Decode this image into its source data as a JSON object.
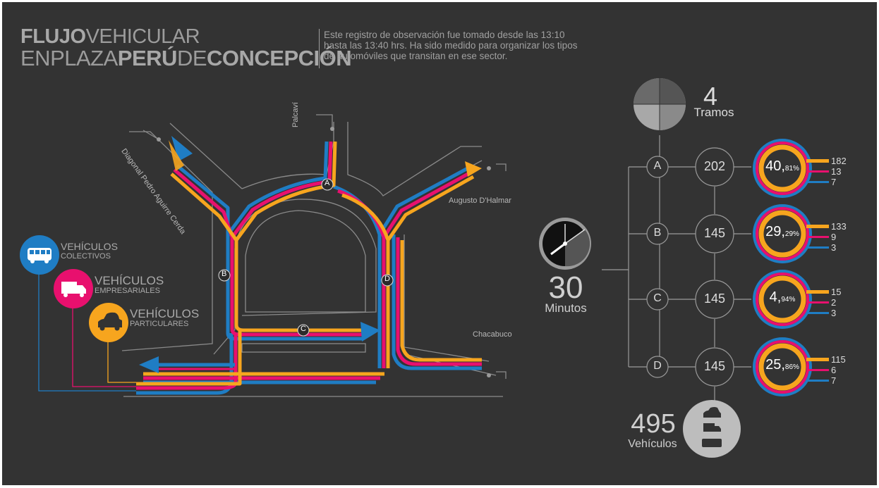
{
  "title": {
    "line1_bold": "FLUJO",
    "line1_light": "VEHICULAR",
    "line2_light_a": "EN",
    "line2_light_b": "PLAZA",
    "line2_bold_a": "PERÚ",
    "line2_light_c": "DE",
    "line2_bold_b": "CONCEPCIÓN"
  },
  "description": {
    "line1": "Este registro de observación fue tomado desde las 13:10",
    "line2": "hasta las 13:40 hrs. Ha sido medido para organizar los tipos",
    "line3": "de automóviles que transitan en ese sector."
  },
  "streets": {
    "palcavi": "Palcaví",
    "diagonal": "Diagonal Pedro Aguirre Cerda",
    "augusto": "Augusto D'Halmar",
    "chacabuco": "Chacabuco"
  },
  "route_labels": [
    "A",
    "B",
    "C",
    "D"
  ],
  "legend": {
    "colectivos": {
      "title": "VEHÍCULOS",
      "sub": "COLECTIVOS",
      "color": "#1f7dc4",
      "icon": "bus-icon"
    },
    "empresariales": {
      "title": "VEHÍCULOS",
      "sub": "EMPRESARIALES",
      "color": "#e8106e",
      "icon": "truck-icon"
    },
    "particulares": {
      "title": "VEHÍCULOS",
      "sub": "PARTICULARES",
      "color": "#f7a51e",
      "icon": "car-icon"
    }
  },
  "tramos": {
    "value": "4",
    "label": "Tramos"
  },
  "time": {
    "value": "30",
    "label": "Minutos"
  },
  "total": {
    "value": "495",
    "label": "Vehículos"
  },
  "rows": [
    {
      "tramo": "A",
      "count": "202",
      "pct_int": "40,",
      "pct_dec": "81%",
      "particulares": "182",
      "empresariales": "13",
      "colectivos": "7"
    },
    {
      "tramo": "B",
      "count": "145",
      "pct_int": "29,",
      "pct_dec": "29%",
      "particulares": "133",
      "empresariales": "9",
      "colectivos": "3"
    },
    {
      "tramo": "C",
      "count": "145",
      "pct_int": "4,",
      "pct_dec": "94%",
      "particulares": "15",
      "empresariales": "2",
      "colectivos": "3"
    },
    {
      "tramo": "D",
      "count": "145",
      "pct_int": "25,",
      "pct_dec": "86%",
      "particulares": "115",
      "empresariales": "6",
      "colectivos": "7"
    }
  ],
  "colors": {
    "background": "#333333",
    "blue": "#1f7dc4",
    "magenta": "#e8106e",
    "orange": "#f7a51e"
  }
}
